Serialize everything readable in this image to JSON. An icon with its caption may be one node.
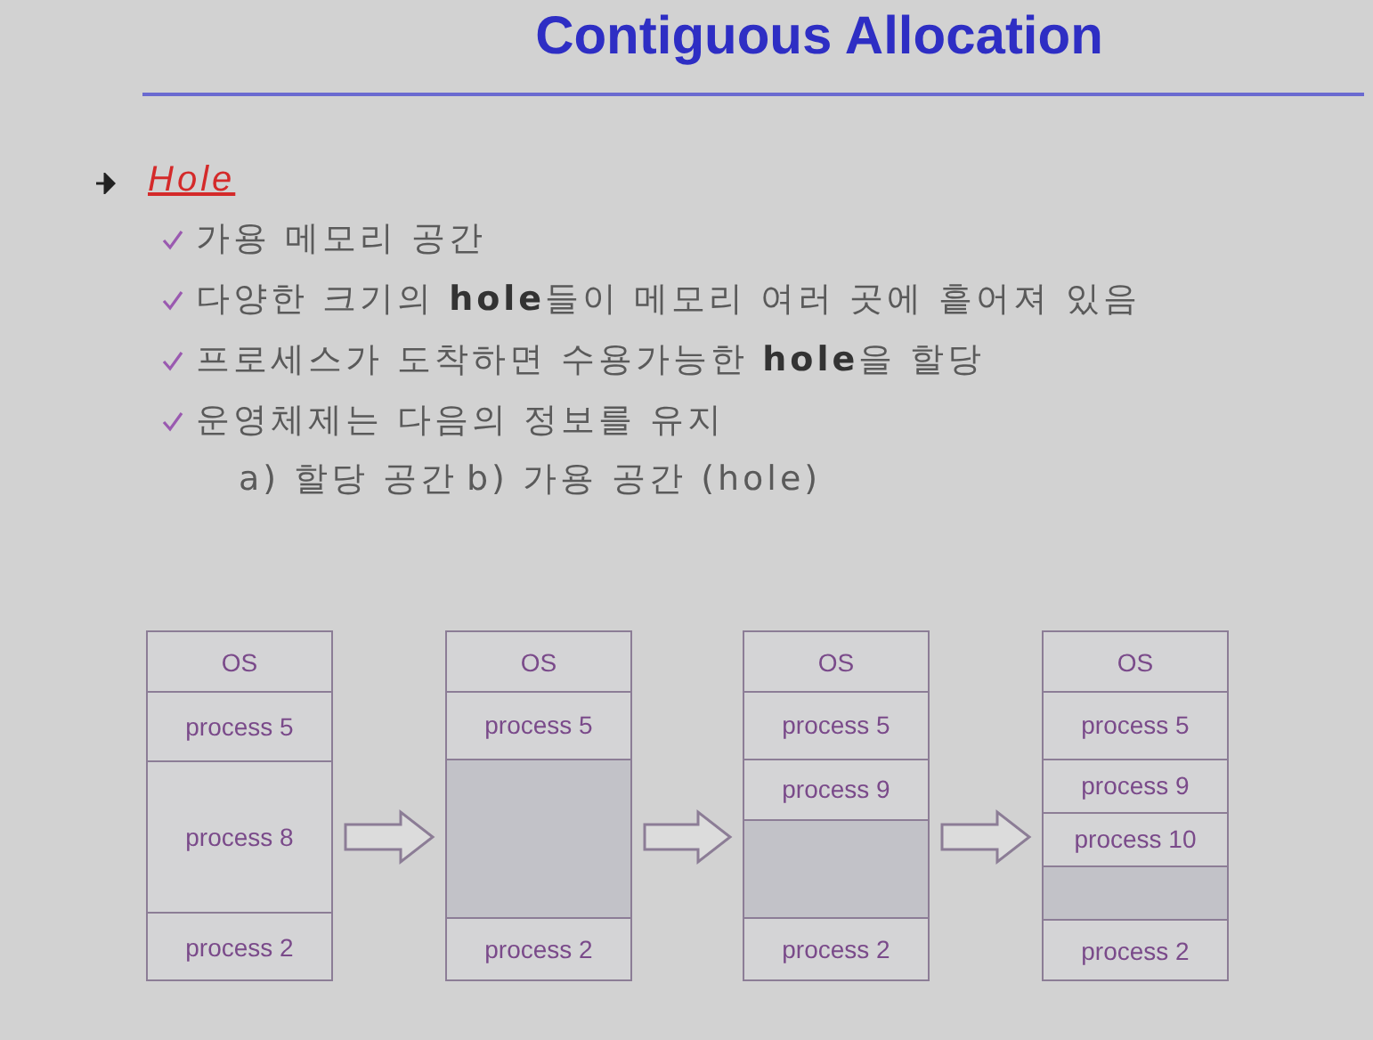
{
  "diagram": {
    "title": "Contiguous Allocation",
    "nodes": [
      {
        "text": [],
        "shape": "box"
      },
      {
        "text": [
          "OS"
        ],
        "in": 0
      },
      {
        "text": [
          "process 5"
        ],
        "in": 0
      },
      {
        "text": [
          "process 8"
        ],
        "in": 0
      },
      {
        "text": [
          "process 2"
        ],
        "in": 0
      },
      {
        "text": [],
        "shape": "box"
      },
      {
        "text": [
          "OS"
        ],
        "in": 5
      },
      {
        "text": [
          "process 5"
        ],
        "in": 5
      },
      {
        "text": [],
        "shape": "box",
        "in": 5
      },
      {
        "text": [
          "process 2"
        ],
        "in": 5
      },
      {
        "text": [],
        "shape": "box"
      },
      {
        "text": [
          "OS"
        ],
        "in": 10
      },
      {
        "text": [
          "process 5"
        ],
        "in": 10
      },
      {
        "text": [
          "process 9"
        ],
        "in": 10
      },
      {
        "text": [],
        "shape": "box",
        "in": 10
      },
      {
        "text": [
          "process 2"
        ],
        "in": 10
      },
      {
        "text": [],
        "shape": "box"
      },
      {
        "text": [
          "OS"
        ],
        "in": 16
      },
      {
        "text": [
          "process 5"
        ],
        "in": 16
      },
      {
        "text": [
          "process 9"
        ],
        "in": 16
      },
      {
        "text": [
          "process 10"
        ],
        "in": 16
      },
      {
        "text": [],
        "shape": "box",
        "in": 16
      },
      {
        "text": [
          "process 2"
        ],
        "in": 16
      }
    ],
    "edges": [
      {
        "from": 0,
        "to": 5,
        "arrow": "to"
      },
      {
        "from": 5,
        "to": 10,
        "arrow": "to"
      },
      {
        "from": 10,
        "to": 16,
        "arrow": "to"
      }
    ],
    "labels": [
      "Hole",
      "가용 메모리 공간",
      "다양한 크기의 **hole**들이 메모리 여러 곳에 흩어져 있음",
      "프로세스가 도착하면 수용가능한 **hole**을 할당",
      "운영체제는 다음의 정보를 유지",
      "a) 할당 공간",
      "b) 가용 공간 (hole)"
    ]
  }
}
